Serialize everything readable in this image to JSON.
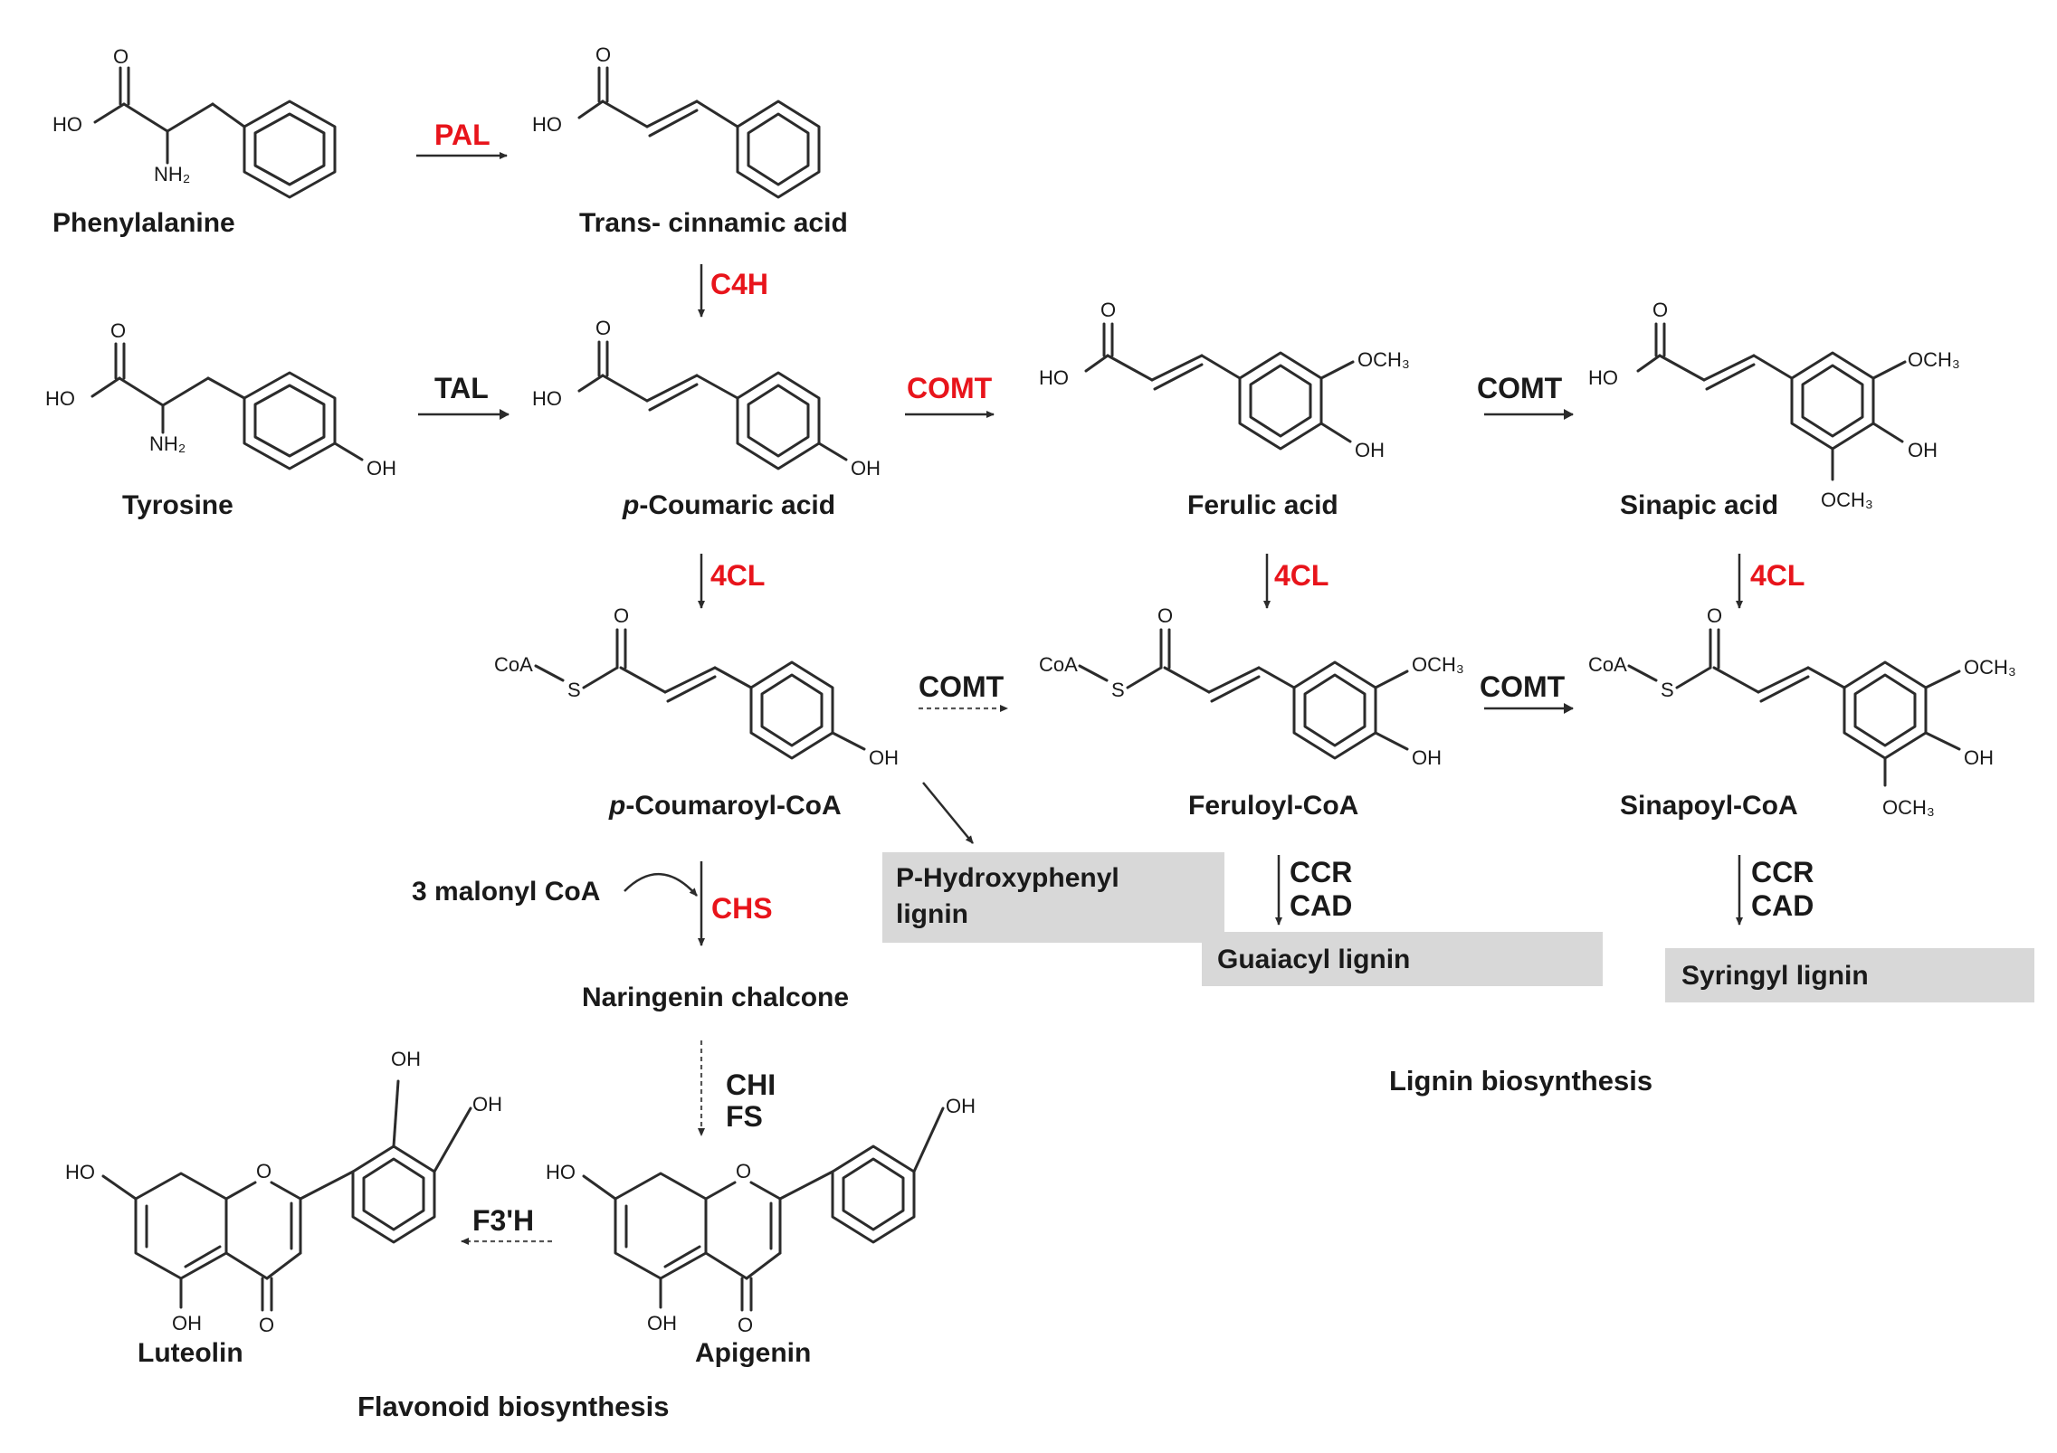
{
  "compounds": {
    "phenylalanine": "Phenylalanine",
    "trans_cinnamic": "Trans- cinnamic acid",
    "tyrosine": "Tyrosine",
    "p_coumaric_prefix": "p",
    "p_coumaric_rest": "-Coumaric acid",
    "ferulic": "Ferulic acid",
    "sinapic": "Sinapic acid",
    "p_coumaroyl_prefix": "p",
    "p_coumaroyl_rest": "-Coumaroyl-CoA",
    "feruloyl": "Feruloyl-CoA",
    "sinapoyl": "Sinapoyl-CoA",
    "naringenin_chalcone": "Naringenin chalcone",
    "luteolin": "Luteolin",
    "apigenin": "Apigenin",
    "malonyl": "3 malonyl CoA"
  },
  "enzymes": {
    "pal": "PAL",
    "c4h": "C4H",
    "tal": "TAL",
    "comt_red": "COMT",
    "comt": "COMT",
    "cl4": "4CL",
    "chs": "CHS",
    "ccr": "CCR",
    "cad": "CAD",
    "chi": "CHI",
    "fs": "FS",
    "f3h": "F3'H"
  },
  "lignins": {
    "h_line1": "P-Hydroxyphenyl",
    "h_line2": "lignin",
    "guaiacyl": "Guaiacyl lignin",
    "syringyl": "Syringyl  lignin"
  },
  "sections": {
    "lignin": "Lignin biosynthesis",
    "flavonoid": "Flavonoid biosynthesis"
  },
  "atoms": {
    "o": "O",
    "ho": "HO",
    "oh": "OH",
    "nh2": "NH₂",
    "och3": "OCH₃",
    "coa": "CoA",
    "s": "S"
  },
  "colors": {
    "enzyme_highlight": "#e8141b",
    "lignin_box": "#d8d8d8"
  }
}
